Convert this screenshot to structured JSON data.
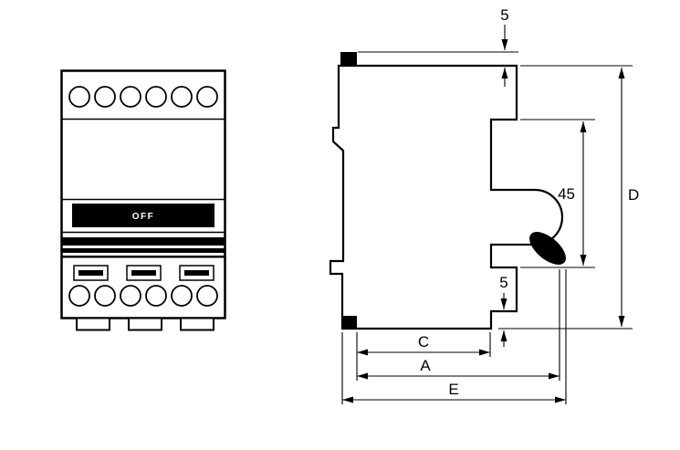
{
  "drawing": {
    "type": "technical-dimension-drawing",
    "subject": "modular-circuit-breaker",
    "front_view": {
      "switch_label": "OFF"
    },
    "side_view": {
      "dim_top_offset": "5",
      "dim_front_height": "45",
      "dim_overall_height": "D",
      "dim_bottom_offset": "5",
      "dim_depth_c": "C",
      "dim_depth_a": "A",
      "dim_depth_e": "E"
    },
    "colors": {
      "line": "#000000",
      "fill": "#ffffff"
    }
  }
}
